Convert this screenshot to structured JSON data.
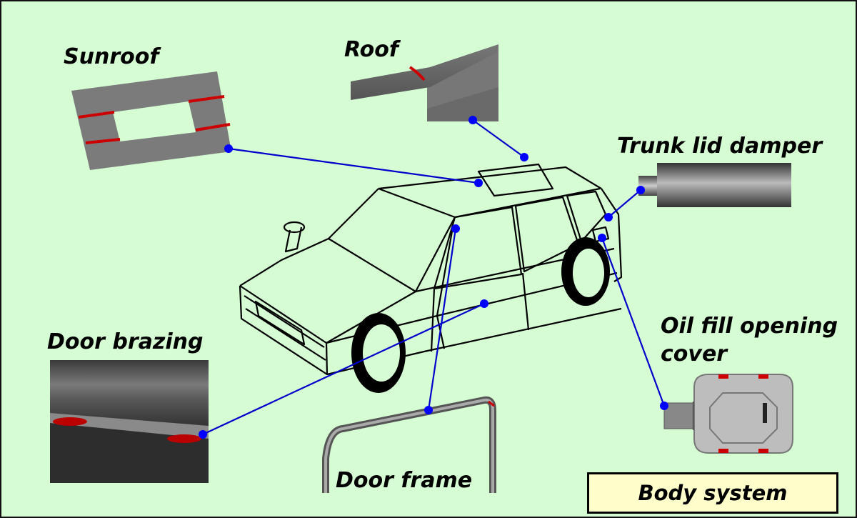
{
  "title": "Body system",
  "labels": {
    "sunroof": "Sunroof",
    "roof": "Roof",
    "trunk_lid_damper": "Trunk lid damper",
    "oil_fill_opening_cover": "Oil fill opening cover",
    "door_brazing": "Door brazing",
    "door_frame": "Door frame"
  },
  "colors": {
    "background": "#d6fcd4",
    "leader_line": "#0000cc",
    "leader_dot": "#0000ff",
    "weld_seam": "#cc0000",
    "title_box": "#ffffcc"
  }
}
